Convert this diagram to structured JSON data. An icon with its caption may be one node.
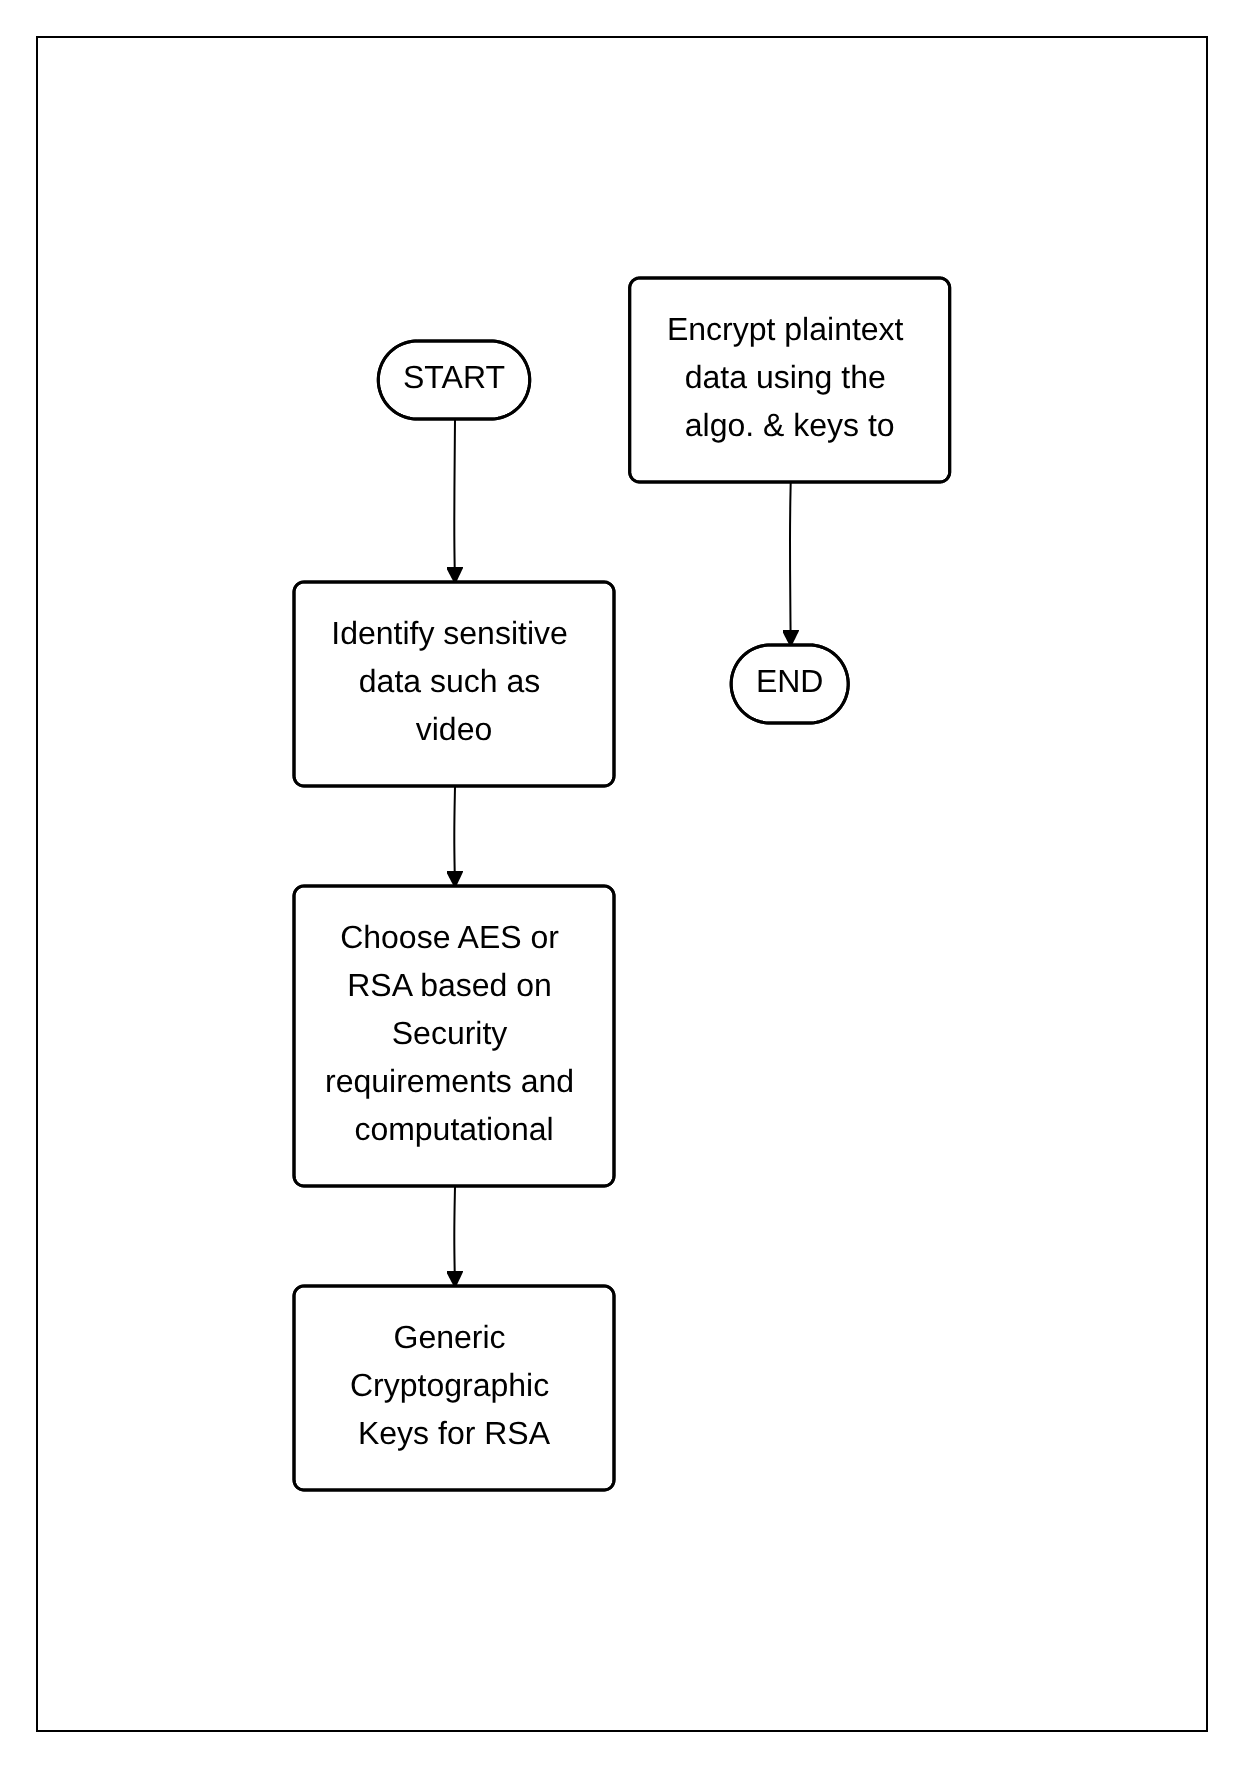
{
  "diagram": {
    "nodes": [
      {
        "text": [
          "START"
        ]
      },
      {
        "text": [
          "Identify sensitive data such as video"
        ]
      },
      {
        "text": [
          "Choose AES or RSA based on Security requirements and computational"
        ]
      },
      {
        "text": [
          "Generic Cryptographic Keys for RSA"
        ]
      },
      {
        "text": [
          "Encrypt plaintext data using the algo. & keys to"
        ]
      },
      {
        "text": [
          "END"
        ]
      }
    ],
    "edges": [
      {
        "from": 0,
        "to": 1,
        "arrow": "to"
      },
      {
        "from": 1,
        "to": 2,
        "arrow": "to"
      },
      {
        "from": 2,
        "to": 3,
        "arrow": "to"
      },
      {
        "from": 4,
        "to": 5,
        "arrow": "to"
      }
    ]
  }
}
